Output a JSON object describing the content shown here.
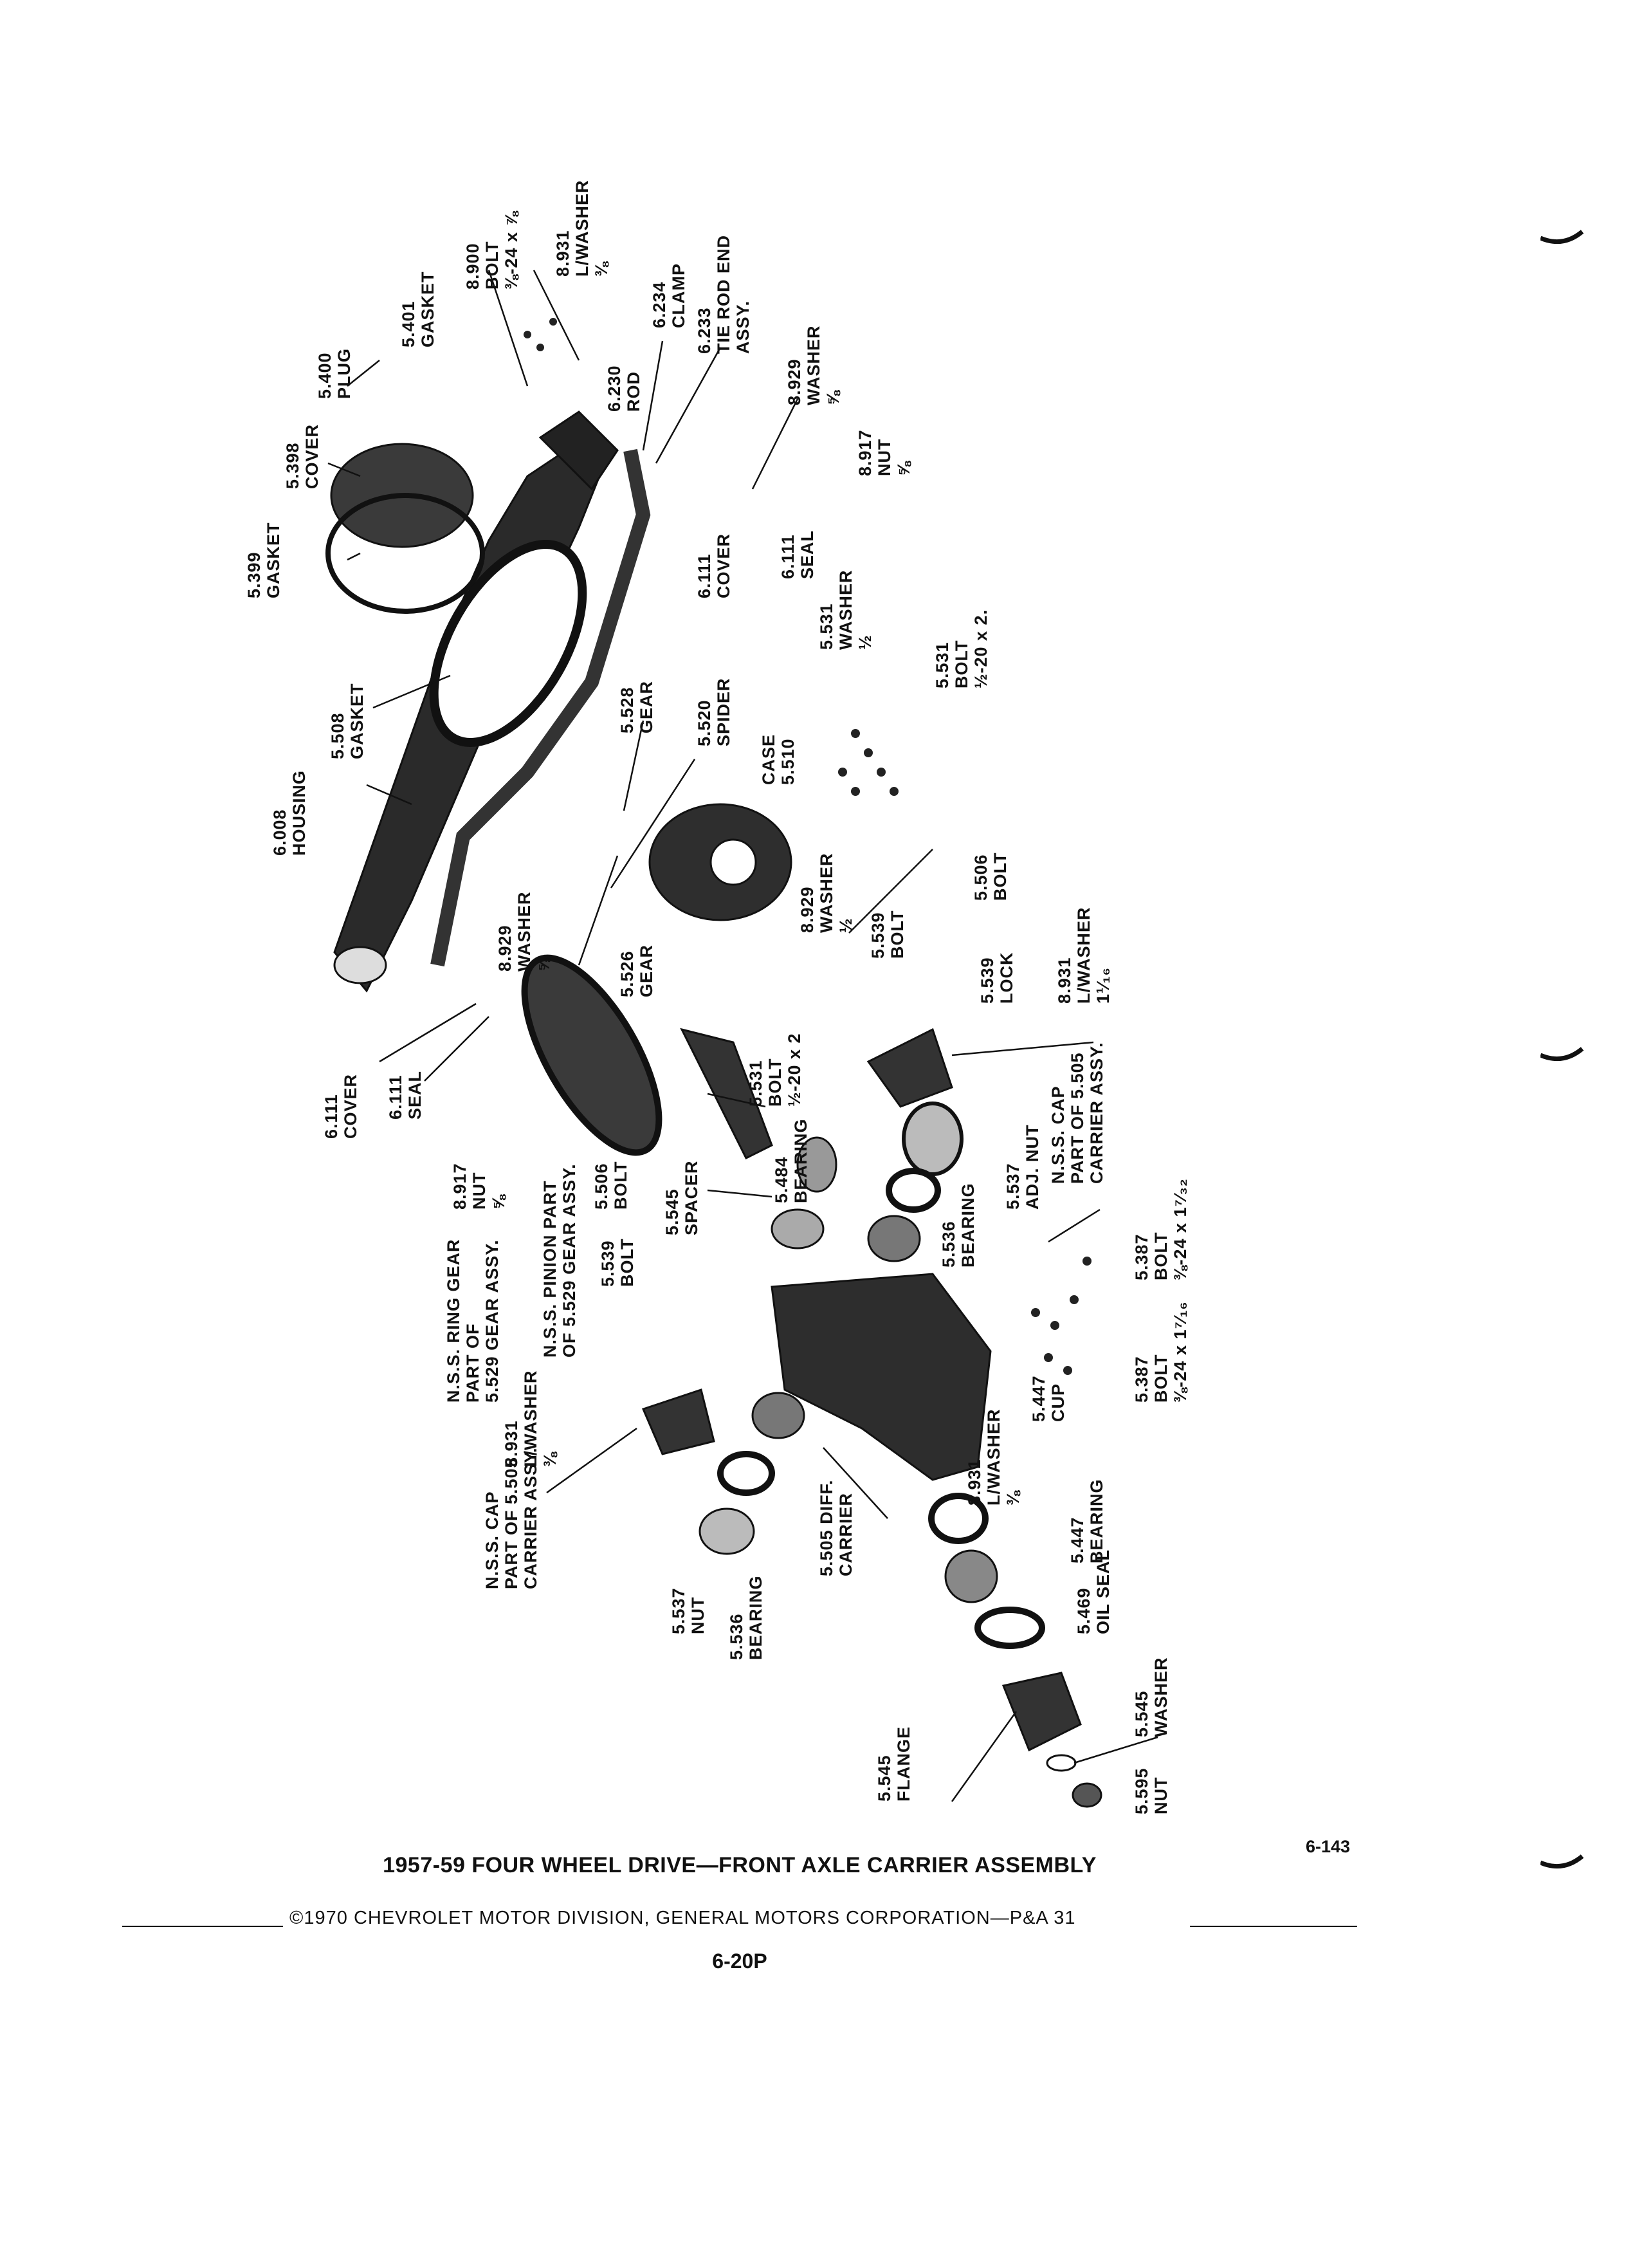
{
  "page_number": "6-143",
  "title": "1957-59 FOUR WHEEL DRIVE—FRONT AXLE CARRIER ASSEMBLY",
  "copyright": "©1970 CHEVROLET MOTOR DIVISION, GENERAL MOTORS CORPORATION—P&A 31",
  "footer": "6-20P",
  "labels": [
    {
      "id": "plug-5400",
      "lines": [
        "5.400",
        "PLUG"
      ]
    },
    {
      "id": "gasket-5401",
      "lines": [
        "5.401",
        "GASKET"
      ]
    },
    {
      "id": "bolt-8900",
      "lines": [
        "8.900",
        "BOLT",
        "⅜-24 x ⅞"
      ]
    },
    {
      "id": "lwasher-8931-top",
      "lines": [
        "8.931",
        "L/WASHER",
        "⅜"
      ]
    },
    {
      "id": "cover-5398",
      "lines": [
        "5.398",
        "COVER"
      ]
    },
    {
      "id": "gasket-5399",
      "lines": [
        "5.399",
        "GASKET"
      ]
    },
    {
      "id": "rod-6230",
      "lines": [
        "6.230",
        "ROD"
      ]
    },
    {
      "id": "clamp-6234",
      "lines": [
        "6.234",
        "CLAMP"
      ]
    },
    {
      "id": "tierod-6233",
      "lines": [
        "6.233",
        "TIE ROD END",
        "ASSY."
      ]
    },
    {
      "id": "washer-8929-top",
      "lines": [
        "8.929",
        "WASHER",
        "⅝"
      ]
    },
    {
      "id": "nut-8917-top",
      "lines": [
        "8.917",
        "NUT",
        "⅝"
      ]
    },
    {
      "id": "cover-6111-top",
      "lines": [
        "6.111",
        "COVER"
      ]
    },
    {
      "id": "seal-6111-top",
      "lines": [
        "6.111",
        "SEAL"
      ]
    },
    {
      "id": "housing-6008",
      "lines": [
        "6.008",
        "HOUSING"
      ]
    },
    {
      "id": "gasket-5508",
      "lines": [
        "5.508",
        "GASKET"
      ]
    },
    {
      "id": "gear-5528",
      "lines": [
        "5.528",
        "GEAR"
      ]
    },
    {
      "id": "spider-5520",
      "lines": [
        "5.520",
        "SPIDER"
      ]
    },
    {
      "id": "case-5510",
      "lines": [
        "CASE",
        "5.510"
      ]
    },
    {
      "id": "washer-5531",
      "lines": [
        "5.531",
        "WASHER",
        "½"
      ]
    },
    {
      "id": "bolt-5531-top",
      "lines": [
        "5.531",
        "BOLT",
        "½-20 x 2."
      ]
    },
    {
      "id": "washer-8929-mid",
      "lines": [
        "8.929",
        "WASHER",
        "⅝"
      ]
    },
    {
      "id": "gear-5526",
      "lines": [
        "5.526",
        "GEAR"
      ]
    },
    {
      "id": "washer-8929-half",
      "lines": [
        "8.929",
        "WASHER",
        "½"
      ]
    },
    {
      "id": "bolt-5539-top",
      "lines": [
        "5.539",
        "BOLT"
      ]
    },
    {
      "id": "bolt-5506-top",
      "lines": [
        "5.506",
        "BOLT"
      ]
    },
    {
      "id": "lock-5539",
      "lines": [
        "5.539",
        "LOCK"
      ]
    },
    {
      "id": "lwasher-8931-mid",
      "lines": [
        "8.931",
        "L/WASHER",
        "1¹⁄₁₆"
      ]
    },
    {
      "id": "bolt-5531-mid",
      "lines": [
        "5.531",
        "BOLT",
        "½-20 x 2"
      ]
    },
    {
      "id": "cover-6111-left",
      "lines": [
        "6.111",
        "COVER"
      ]
    },
    {
      "id": "seal-6111-left",
      "lines": [
        "6.111",
        "SEAL"
      ]
    },
    {
      "id": "nut-8917-left",
      "lines": [
        "8.917",
        "NUT",
        "⅝"
      ]
    },
    {
      "id": "pinion-gear",
      "lines": [
        "N.S.S. PINION PART",
        "OF 5.529 GEAR ASSY."
      ]
    },
    {
      "id": "ring-gear",
      "lines": [
        "N.S.S. RING GEAR",
        "PART OF",
        "5.529 GEAR ASSY."
      ]
    },
    {
      "id": "bearing-5484",
      "lines": [
        "5.484",
        "BEARING"
      ]
    },
    {
      "id": "spacer-5545",
      "lines": [
        "5.545",
        "SPACER"
      ]
    },
    {
      "id": "bolt-5506-left",
      "lines": [
        "5.506",
        "BOLT"
      ]
    },
    {
      "id": "bolt-5539-left",
      "lines": [
        "5.539",
        "BOLT"
      ]
    },
    {
      "id": "adjnut-5537",
      "lines": [
        "5.537",
        "ADJ. NUT"
      ]
    },
    {
      "id": "bearing-5536-right",
      "lines": [
        "5.536",
        "BEARING"
      ]
    },
    {
      "id": "cap-right",
      "lines": [
        "N.S.S. CAP",
        "PART OF 5.505",
        "CARRIER ASSY."
      ]
    },
    {
      "id": "bolt-5387-top",
      "lines": [
        "5.387",
        "BOLT",
        "⅜-24 x 1⁷⁄₃₂"
      ]
    },
    {
      "id": "bolt-5387-bottom",
      "lines": [
        "5.387",
        "BOLT",
        "⅜-24 x 1⁷⁄₁₆"
      ]
    },
    {
      "id": "lwasher-8931-left",
      "lines": [
        "8.931",
        "L/WASHER",
        "⅜"
      ]
    },
    {
      "id": "cap-left",
      "lines": [
        "N.S.S. CAP",
        "PART OF 5.505",
        "CARRIER ASSY."
      ]
    },
    {
      "id": "lwasher-8931-bottom",
      "lines": [
        "8.931",
        "L/WASHER",
        "⅜"
      ]
    },
    {
      "id": "cup-5447",
      "lines": [
        "5.447",
        "CUP"
      ]
    },
    {
      "id": "bearing-5447",
      "lines": [
        "5.447",
        "BEARING"
      ]
    },
    {
      "id": "diff-carrier-5505",
      "lines": [
        "5.505 DIFF.",
        "CARRIER"
      ]
    },
    {
      "id": "oilseal-5469",
      "lines": [
        "5.469",
        "OIL SEAL"
      ]
    },
    {
      "id": "nut-5537",
      "lines": [
        "5.537",
        "NUT"
      ]
    },
    {
      "id": "bearing-5536-left",
      "lines": [
        "5.536",
        "BEARING"
      ]
    },
    {
      "id": "flange-5545",
      "lines": [
        "5.545",
        "FLANGE"
      ]
    },
    {
      "id": "washer-5545",
      "lines": [
        "5.545",
        "WASHER"
      ]
    },
    {
      "id": "nut-5595",
      "lines": [
        "5.595",
        "NUT"
      ]
    }
  ]
}
